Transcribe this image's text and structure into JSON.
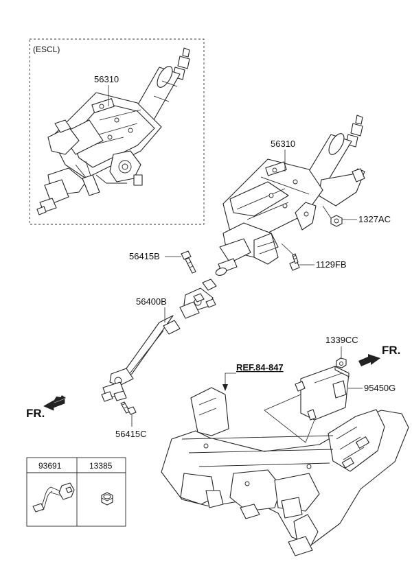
{
  "escl_box_label": "(ESCL)",
  "labels": {
    "escl_column": "56310",
    "main_column": "56310",
    "nut_1327ac": "1327AC",
    "bolt_1129fb": "1129FB",
    "bolt_56415b": "56415B",
    "shaft_56400b": "56400B",
    "bolt_56415c": "56415C",
    "nut_1339cc": "1339CC",
    "module_95450g": "95450G",
    "ref": "REF.84-847",
    "fr_right": "FR.",
    "fr_left": "FR."
  },
  "inset_table": {
    "headers": [
      "93691",
      "13385"
    ]
  }
}
